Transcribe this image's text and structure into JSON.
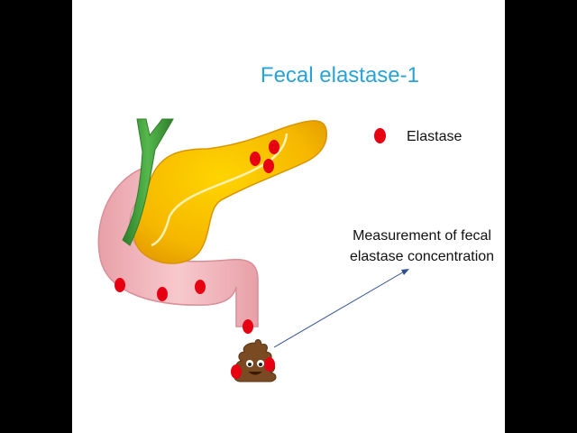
{
  "title": "Fecal elastase-1",
  "legend": {
    "label": "Elastase",
    "marker_color": "#E60012",
    "marker_icon": "red-dot"
  },
  "annotation": {
    "line1": "Measurement of fecal",
    "line2": "elastase concentration"
  },
  "colors": {
    "title": "#29A3D6",
    "pancreas": "#F5B700",
    "duodenum": "#F2B8BD",
    "bile_duct": "#3F9E3A",
    "arrow": "#2F4F8F",
    "stool": "#7A4A22"
  },
  "icons": {
    "stool": "poop-emoji-icon"
  }
}
